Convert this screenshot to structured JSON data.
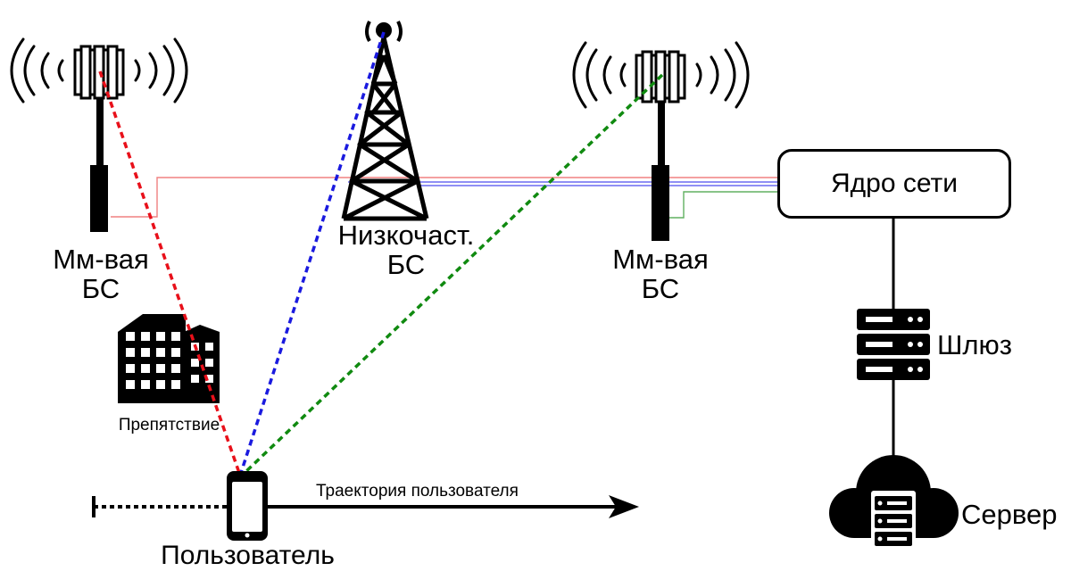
{
  "nodes": {
    "mmwave_left": {
      "label_line1": "Мм-вая",
      "label_line2": "БС"
    },
    "lowfreq": {
      "label_line1": "Низкочаст.",
      "label_line2": "БС"
    },
    "mmwave_right": {
      "label_line1": "Мм-вая",
      "label_line2": "БС"
    },
    "core": {
      "label": "Ядро сети"
    },
    "gateway": {
      "label": "Шлюз"
    },
    "server": {
      "label": "Сервер"
    },
    "obstacle": {
      "label": "Препятствие"
    },
    "user": {
      "label": "Пользователь"
    }
  },
  "trajectory": {
    "label": "Траектория пользователя"
  },
  "colors": {
    "mmwave_left_link": "#e8101a",
    "lowfreq_link": "#1a1adf",
    "mmwave_right_link": "#108a10",
    "backhaul_red": "#f08080",
    "backhaul_blue": "#6a6af0",
    "backhaul_green": "#60b060",
    "ink": "#000000"
  },
  "icons": [
    "mmwave-antenna-icon",
    "cell-tower-icon",
    "building-icon",
    "smartphone-icon",
    "server-rack-icon",
    "cloud-server-icon"
  ]
}
